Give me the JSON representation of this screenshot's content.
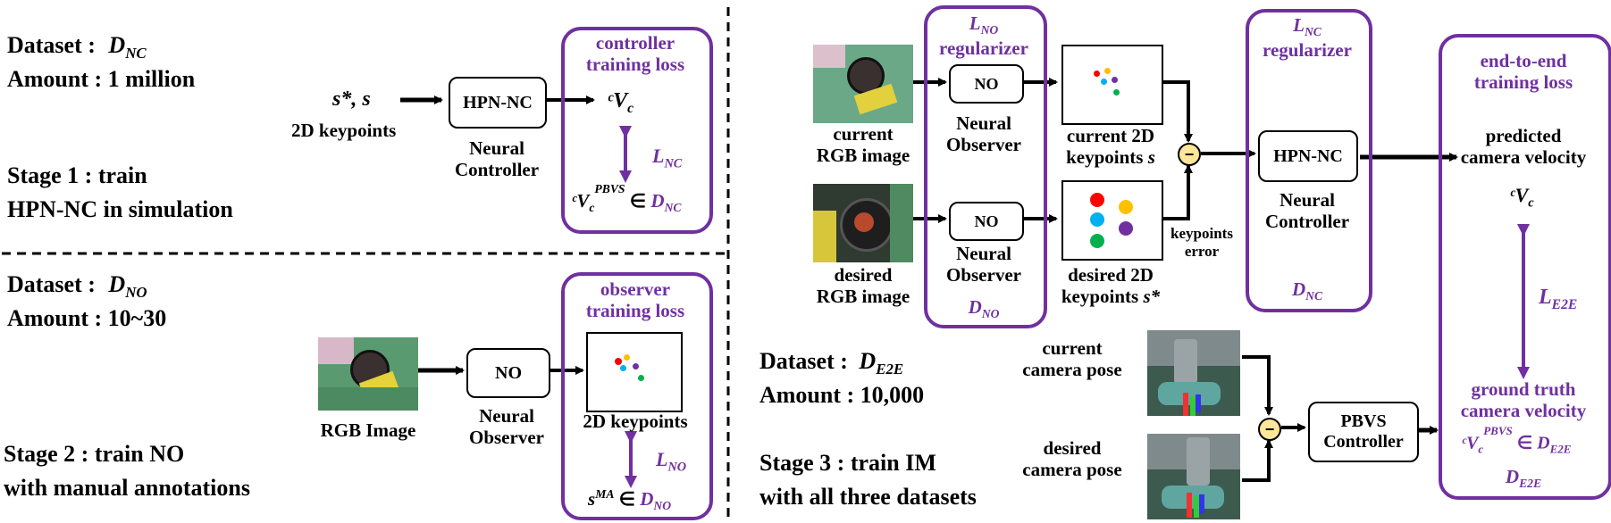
{
  "stage1": {
    "dataset_label": "Dataset  :",
    "dataset_name": "D",
    "dataset_sub": "NC",
    "amount_label": "Amount  :  1 million",
    "stage_line1": "Stage 1 : train",
    "stage_line2": "HPN-NC  in simulation",
    "input_text": "s*, s",
    "input_label": "2D keypoints",
    "controller_box": "HPN-NC",
    "controller_caption_1": "Neural",
    "controller_caption_2": "Controller",
    "output_symbol": "ᶜV",
    "output_sub": "c",
    "loss_title_1": "controller",
    "loss_title_2": "training loss",
    "loss_name": "L",
    "loss_sub": "NC",
    "target_symbol": "ᶜV",
    "target_sub": "c",
    "target_sup": "PBVS",
    "target_in": "∈",
    "target_set": "D",
    "target_set_sub": "NC"
  },
  "stage2": {
    "dataset_label": "Dataset  :",
    "dataset_name": "D",
    "dataset_sub": "NO",
    "amount_label": "Amount : 10~30",
    "stage_line1": "Stage 2 : train NO",
    "stage_line2": "with manual annotations",
    "image_label": "RGB Image",
    "observer_box": "NO",
    "observer_caption_1": "Neural",
    "observer_caption_2": "Observer",
    "output_label": "2D keypoints",
    "loss_title_1": "observer",
    "loss_title_2": "training loss",
    "loss_name": "L",
    "loss_sub": "NO",
    "target_symbol": "s",
    "target_sup": "MA",
    "target_in": "∈",
    "target_set": "D",
    "target_set_sub": "NO"
  },
  "stage3": {
    "current_image_label_1": "current",
    "current_image_label_2": "RGB image",
    "desired_image_label_1": "desired",
    "desired_image_label_2": "RGB image",
    "no_regularizer_title": "L",
    "no_regularizer_sub": "NO",
    "no_regularizer_word": "regularizer",
    "observer_box": "NO",
    "observer_caption_1": "Neural",
    "observer_caption_2": "Observer",
    "observer_set": "D",
    "observer_set_sub": "NO",
    "current_kp_1": "current 2D",
    "current_kp_2": "keypoints",
    "current_kp_sym": "s",
    "desired_kp_1": "desired 2D",
    "desired_kp_2": "keypoints",
    "desired_kp_sym": "s*",
    "keypoints_error_1": "keypoints",
    "keypoints_error_2": "error",
    "nc_regularizer_title": "L",
    "nc_regularizer_sub": "NC",
    "nc_regularizer_word": "regularizer",
    "controller_box": "HPN-NC",
    "controller_caption_1": "Neural",
    "controller_caption_2": "Controller",
    "controller_set": "D",
    "controller_set_sub": "NC",
    "e2e_title_1": "end-to-end",
    "e2e_title_2": "training loss",
    "predicted_1": "predicted",
    "predicted_2": "camera velocity",
    "predicted_sym": "ᶜV",
    "predicted_sub": "c",
    "e2e_loss": "L",
    "e2e_loss_sub": "E2E",
    "gt_1": "ground truth",
    "gt_2": "camera velocity",
    "gt_sym": "ᶜV",
    "gt_sub": "c",
    "gt_sup": "PBVS",
    "gt_in": "∈",
    "gt_set": "D",
    "gt_set_sub": "E2E",
    "e2e_set": "D",
    "e2e_set_sub": "E2E",
    "dataset_label": "Dataset :",
    "dataset_name": "D",
    "dataset_sub": "E2E",
    "amount_label": "Amount : 10,000",
    "stage_line1": "Stage 3 : train IM",
    "stage_line2": "with all three datasets",
    "current_pose_1": "current",
    "current_pose_2": "camera pose",
    "desired_pose_1": "desired",
    "desired_pose_2": "camera pose",
    "pbvs_box_1": "PBVS",
    "pbvs_box_2": "Controller",
    "minus_sign": "−"
  },
  "colors": {
    "purple": "#7030a0",
    "minus_fill": "#ffe699",
    "kp_red": "#ff0000",
    "kp_yellow": "#ffc000",
    "kp_blue": "#00b0f0",
    "kp_purple": "#7030a0",
    "kp_green": "#00b050"
  }
}
